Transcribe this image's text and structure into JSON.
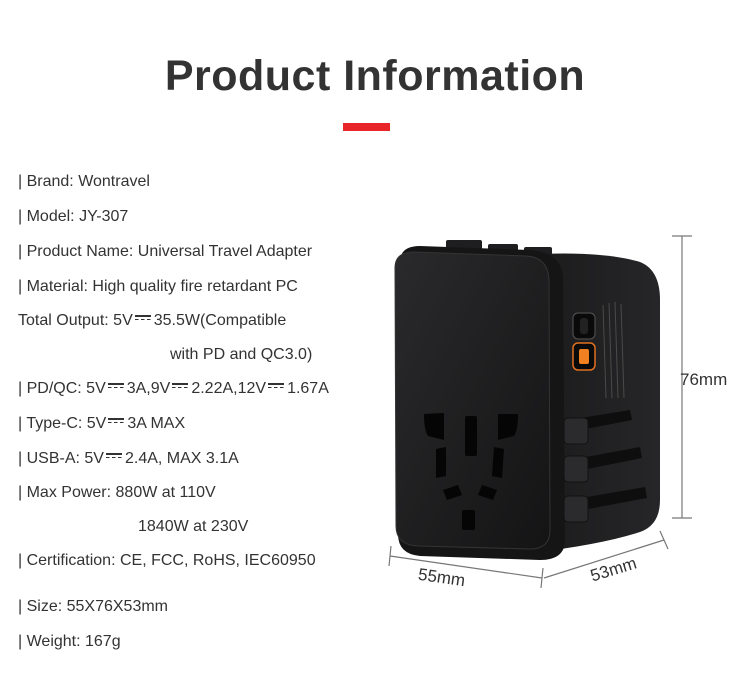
{
  "header": {
    "title": "Product Information",
    "accent_color": "#e8262a"
  },
  "specs": {
    "brand": "| Brand: Wontravel",
    "model": "| Model:  JY-307",
    "product_name": "| Product Name: Universal Travel Adapter",
    "material": "| Material: High quality fire retardant PC",
    "total_output_a": "Total Output: 5V",
    "total_output_b": "35.5W(Compatible",
    "total_output_cont": "with PD and QC3.0)",
    "pdqc_a": "| PD/QC: 5V",
    "pdqc_b": "3A,9V",
    "pdqc_c": "2.22A,12V",
    "pdqc_d": "1.67A",
    "typec_a": "| Type-C: 5V",
    "typec_b": "3A MAX",
    "usba_a": "| USB-A: 5V",
    "usba_b": "2.4A, MAX 3.1A",
    "max_power": "| Max Power: 880W  at  110V",
    "max_power_cont": "1840W at  230V",
    "certification": "| Certification:  CE, FCC, RoHS, IEC60950",
    "size": "| Size: 55X76X53mm",
    "weight": "| Weight: 167g"
  },
  "dimensions": {
    "height": "76mm",
    "width": "55mm",
    "depth": "53mm"
  },
  "icons": {
    "dc_symbol": "dc-current-icon",
    "usb_c_port": "usb-c-port-icon",
    "usb_a_port": "usb-a-port-icon"
  }
}
